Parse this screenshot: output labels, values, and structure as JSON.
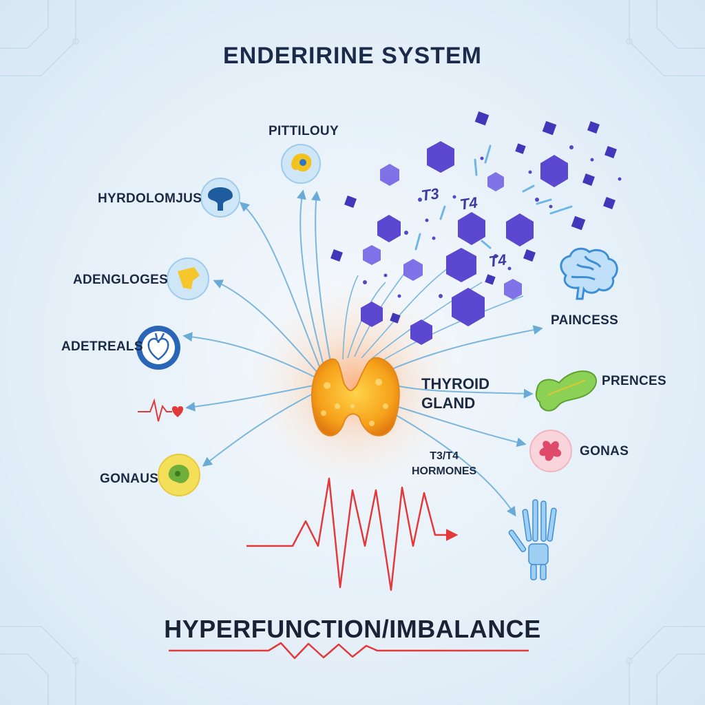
{
  "title": "ENDERIRINE SYSTEM",
  "bottom_title": "HYPERFUNCTION/IMBALANCE",
  "center": {
    "gland_line1": "THYROID",
    "gland_line2": "GLAND",
    "hormones_line1": "T3/T4",
    "hormones_line2": "HORMONES"
  },
  "labels": {
    "pituitary": "PITTILOUY",
    "hypothalamus": "HYRDOLOMJUS",
    "adenoglands": "ADENGLOGES",
    "adrenals": "ADETREALS",
    "gonaus": "GONAUS",
    "paincess": "PAINCESS",
    "prences": "PRENCES",
    "gonas": "GONAS"
  },
  "hormone_tags": {
    "t3": "T3",
    "t4": "T4",
    "t4_b": "T4"
  },
  "colors": {
    "title": "#1c2b4a",
    "arrow": "#7bb6dc",
    "ecg": "#e2393b",
    "thyroid": "#f4a81c",
    "particles": "#5a45c9",
    "glow": "#ffb27a"
  },
  "icons": [
    "pituitary-icon",
    "hypothalamus-icon",
    "adrenal-icon",
    "heart-icon",
    "heartbeat-icon",
    "gonad-icon",
    "brain-icon",
    "pancreas-icon",
    "cell-icon",
    "hand-skeleton-icon"
  ]
}
